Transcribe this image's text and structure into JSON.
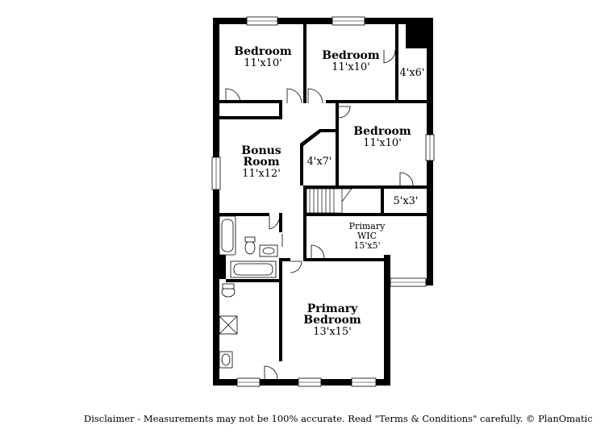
{
  "rooms": {
    "bedroom_1": {
      "name": "Bedroom",
      "size": "11'x10'"
    },
    "bedroom_2": {
      "name": "Bedroom",
      "size": "11'x10'"
    },
    "closet_1": {
      "size": "4'x6'"
    },
    "bedroom_3": {
      "name": "Bedroom",
      "size": "11'x10'"
    },
    "bonus_room": {
      "name_line1": "Bonus",
      "name_line2": "Room",
      "size": "11'x12'"
    },
    "closet_2": {
      "size": "4'x7'"
    },
    "closet_3": {
      "size": "5'x3'"
    },
    "primary_wic": {
      "name_line1": "Primary",
      "name_line2": "WIC",
      "size": "15'x5'"
    },
    "primary_bedroom": {
      "name_line1": "Primary",
      "name_line2": "Bedroom",
      "size": "13'x15'"
    }
  },
  "disclaimer": "Disclaimer - Measurements may not be 100% accurate. Read \"Terms & Conditions\" carefully. © PlanOmatic"
}
